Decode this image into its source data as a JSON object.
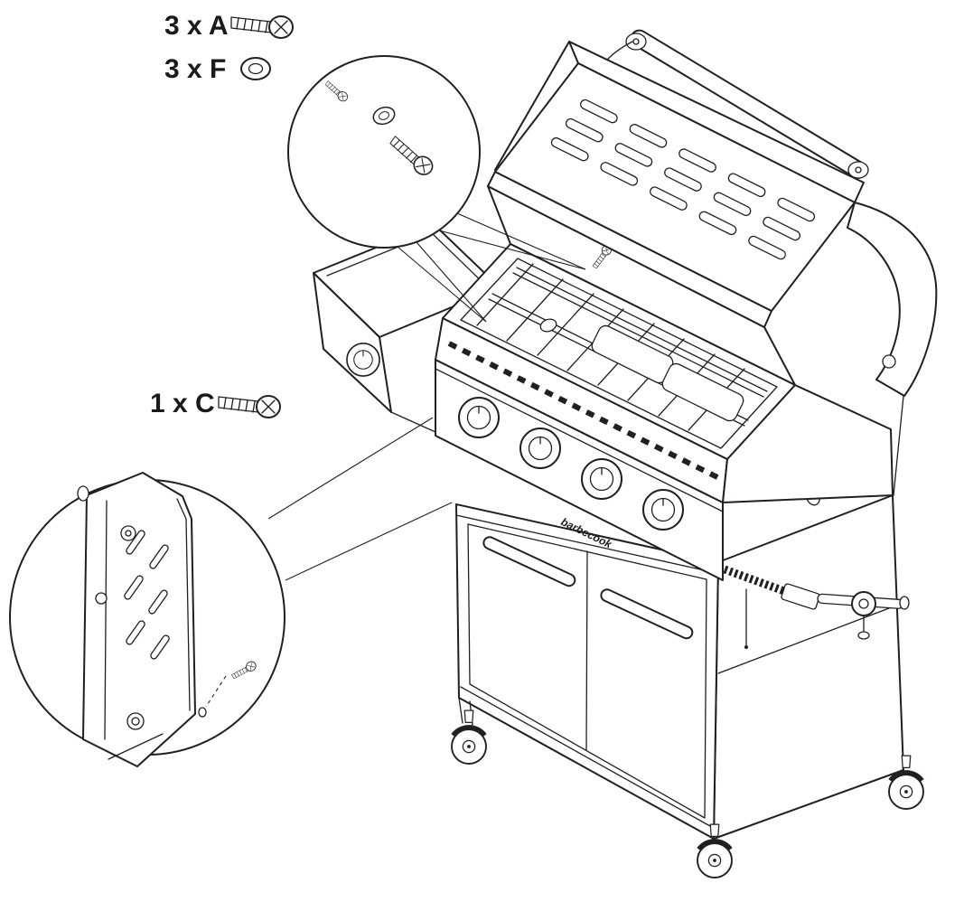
{
  "colors": {
    "background": "#ffffff",
    "line": "#231f20"
  },
  "hardware_legend": {
    "items": [
      {
        "label": "3 x A",
        "icon": "screw-icon"
      },
      {
        "label": "3 x F",
        "icon": "washer-icon"
      },
      {
        "label": "1 x C",
        "icon": "screw-icon"
      }
    ]
  },
  "grill": {
    "brand_label": "barbecook"
  }
}
